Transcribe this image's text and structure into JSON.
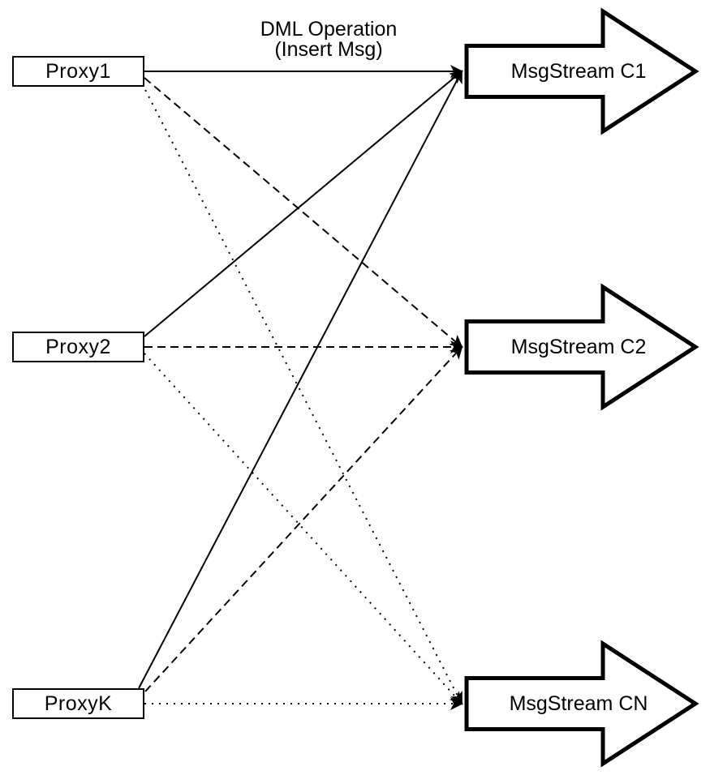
{
  "annotation": {
    "line1": "DML Operation",
    "line2": "(Insert Msg)"
  },
  "proxies": [
    {
      "id": "proxy1",
      "label": "Proxy1"
    },
    {
      "id": "proxy2",
      "label": "Proxy2"
    },
    {
      "id": "proxyk",
      "label": "ProxyK"
    }
  ],
  "streams": [
    {
      "id": "c1",
      "label": "MsgStream C1"
    },
    {
      "id": "c2",
      "label": "MsgStream C2"
    },
    {
      "id": "cn",
      "label": "MsgStream CN"
    }
  ],
  "connections": [
    {
      "from": "Proxy1",
      "to": "MsgStream C1",
      "line_style": "solid",
      "arrowhead": true
    },
    {
      "from": "Proxy2",
      "to": "MsgStream C1",
      "line_style": "solid",
      "arrowhead": true
    },
    {
      "from": "ProxyK",
      "to": "MsgStream C1",
      "line_style": "solid",
      "arrowhead": true
    },
    {
      "from": "Proxy1",
      "to": "MsgStream C2",
      "line_style": "dashed",
      "arrowhead": true
    },
    {
      "from": "Proxy2",
      "to": "MsgStream C2",
      "line_style": "dashed",
      "arrowhead": true
    },
    {
      "from": "ProxyK",
      "to": "MsgStream C2",
      "line_style": "dashed",
      "arrowhead": true
    },
    {
      "from": "Proxy1",
      "to": "MsgStream CN",
      "line_style": "dotted",
      "arrowhead": true
    },
    {
      "from": "Proxy2",
      "to": "MsgStream CN",
      "line_style": "dotted",
      "arrowhead": true
    },
    {
      "from": "ProxyK",
      "to": "MsgStream CN",
      "line_style": "dotted",
      "arrowhead": true
    }
  ],
  "colors": {
    "stroke": "#000000",
    "fill": "#ffffff",
    "background": "#ffffff"
  }
}
